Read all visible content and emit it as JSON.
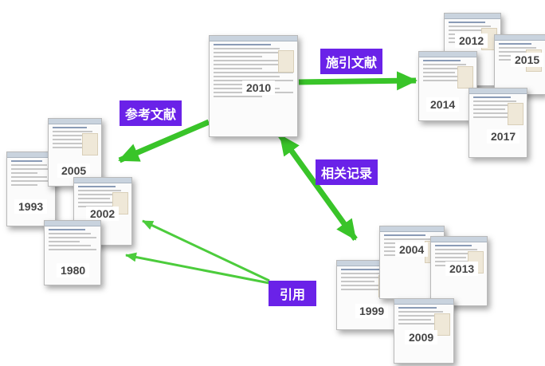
{
  "labels": {
    "cited_by": "施引文献",
    "references": "参考文献",
    "related": "相关记录",
    "citing": "引用"
  },
  "years": {
    "center": "2010",
    "y2012": "2012",
    "y2015": "2015",
    "y2014": "2014",
    "y2017": "2017",
    "y2005": "2005",
    "y1993": "1993",
    "y2002": "2002",
    "y1980": "1980",
    "y2004": "2004",
    "y2013": "2013",
    "y1999": "1999",
    "y2009": "2009"
  },
  "colors": {
    "arrow_thick": "#39c429",
    "arrow_thin": "#4ccc3c",
    "tag_bg": "#6a22e8"
  }
}
